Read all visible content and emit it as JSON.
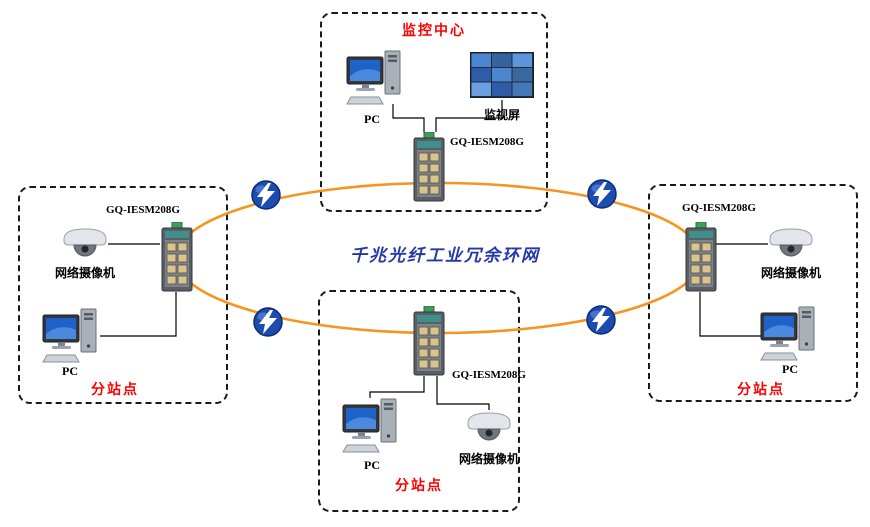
{
  "title": "千兆光纤工业冗余环网",
  "ring": {
    "name": "gigabit-fiber-redundant-ring",
    "color": "#F7941D"
  },
  "colors": {
    "site_label": "#FF0000",
    "title_text": "#2438A8",
    "connection_line": "#000000",
    "lightning_node": "#1C4CB0"
  },
  "sites": {
    "center": {
      "label": "监控中心",
      "devices": {
        "pc": "PC",
        "video_wall": "监视屏",
        "switch": "GQ-IESM208G"
      }
    },
    "left": {
      "label": "分站点",
      "devices": {
        "camera": "网络摄像机",
        "pc": "PC",
        "switch": "GQ-IESM208G"
      }
    },
    "right": {
      "label": "分站点",
      "devices": {
        "camera": "网络摄像机",
        "pc": "PC",
        "switch": "GQ-IESM208G"
      }
    },
    "bottom": {
      "label": "分站点",
      "devices": {
        "pc": "PC",
        "camera": "网络摄像机",
        "switch": "GQ-IESM208G"
      }
    }
  }
}
